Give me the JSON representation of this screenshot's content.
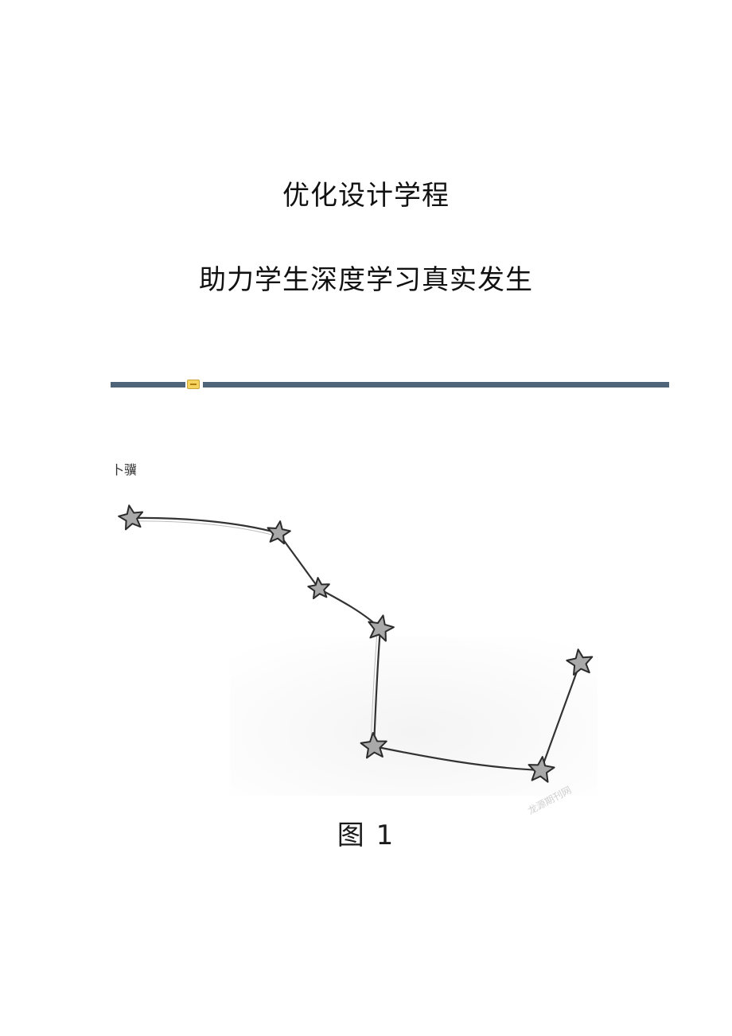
{
  "document": {
    "title_line1": "优化设计学程",
    "title_line2": "助力学生深度学习真实发生"
  },
  "figure": {
    "caption_top": "卜骥",
    "label": "图 1",
    "watermark": "龙源期刊网",
    "colors": {
      "star_fill": "#a9a9a9",
      "star_stroke": "#2b2b2b",
      "line": "#333333",
      "divider": "#4d6479",
      "badge": "#f4d35e"
    }
  }
}
